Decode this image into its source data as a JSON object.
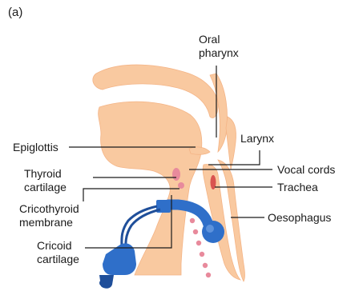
{
  "panel_label": "(a)",
  "labels": {
    "oral_pharynx": [
      "Oral",
      "pharynx"
    ],
    "larynx": "Larynx",
    "epiglottis": "Epiglottis",
    "vocal_cords": "Vocal cords",
    "thyroid_cartilage": [
      "Thyroid",
      "cartilage"
    ],
    "trachea": "Trachea",
    "cricothyroid_membrane": [
      "Cricothyroid",
      "membrane"
    ],
    "oesophagus": "Oesophagus",
    "cricoid_cartilage": [
      "Cricoid",
      "cartilage"
    ]
  },
  "colors": {
    "tissue": "#f9c9a0",
    "tissue_outline": "#f4b486",
    "cartilage_pink": "#e88a9c",
    "cartilage_red": "#d9534f",
    "tube_blue": "#2f6fc9",
    "tube_dark": "#1f4f9a",
    "leader_line": "#1a1a1a"
  }
}
